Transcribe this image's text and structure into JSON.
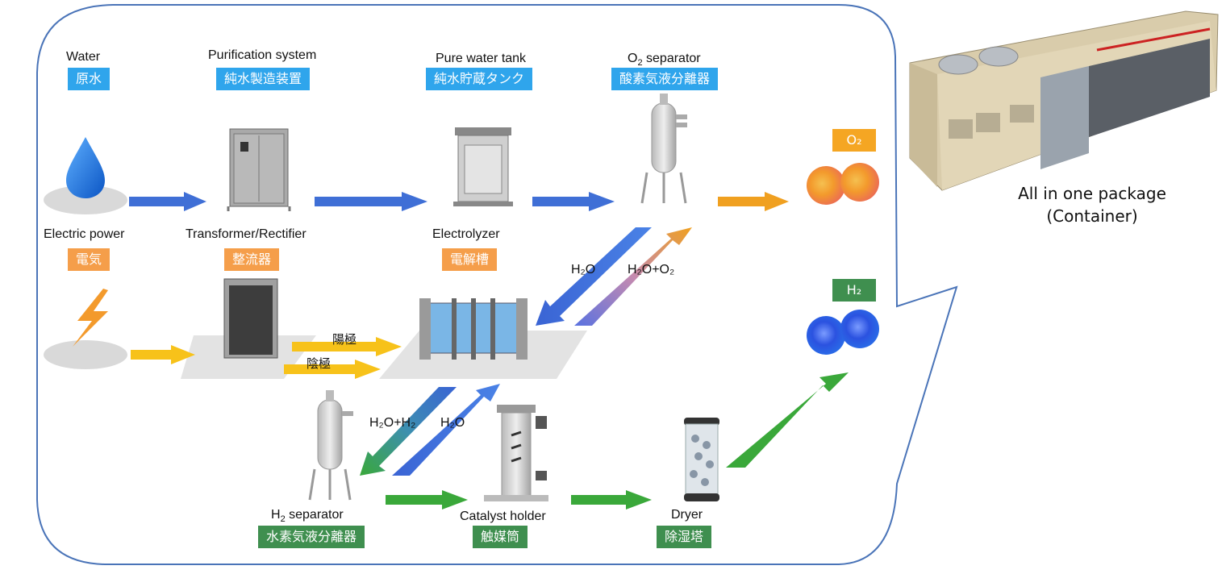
{
  "nodes": {
    "water": {
      "en": "Water",
      "jp": "原水"
    },
    "purification": {
      "en": "Purification system",
      "jp": "純水製造装置"
    },
    "pure_tank": {
      "en": "Pure water tank",
      "jp": "純水貯蔵タンク"
    },
    "o2_separator": {
      "en_main": "O",
      "en_sub": "2",
      "en_rest": " separator",
      "jp": "酸素気液分離器"
    },
    "electric": {
      "en": "Electric power",
      "jp": "電気"
    },
    "transformer": {
      "en": "Transformer/Rectifier",
      "jp": "整流器"
    },
    "electrolyzer": {
      "en": "Electrolyzer",
      "jp": "電解槽"
    },
    "h2_separator": {
      "en_main": "H",
      "en_sub": "2",
      "en_rest": " separator",
      "jp": "水素気液分離器"
    },
    "catalyst": {
      "en": "Catalyst holder",
      "jp": "触媒筒"
    },
    "dryer": {
      "en": "Dryer",
      "jp": "除湿塔"
    }
  },
  "outputs": {
    "o2": "O₂",
    "h2": "H₂"
  },
  "flows": {
    "anode": "陽極",
    "cathode": "陰極",
    "h2o_up": "H₂O",
    "h2o_o2": "H₂O+O₂",
    "h2o_h2": "H₂O+H₂",
    "h2o_down": "H₂O"
  },
  "package": {
    "line1": "All in one package",
    "line2": "(Container)"
  },
  "colors": {
    "blue": "#2fa5ec",
    "orange": "#f59e4a",
    "green": "#3f8f4f",
    "gold": "#f5a623",
    "arrow_blue": "#3f6fd6",
    "arrow_orange": "#f0a020",
    "arrow_green": "#3aa83a",
    "arrow_yellow": "#f7c21a"
  }
}
